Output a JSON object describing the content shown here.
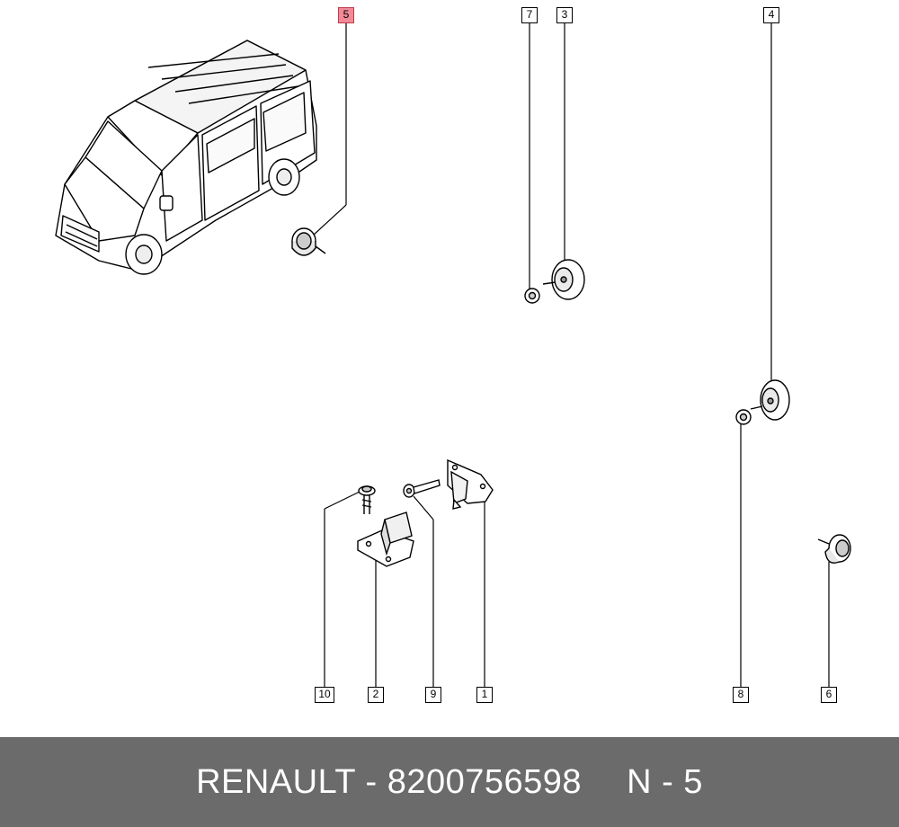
{
  "diagram": {
    "callouts": [
      "5",
      "7",
      "3",
      "4",
      "10",
      "2",
      "9",
      "1",
      "8",
      "6"
    ],
    "highlighted_callout": "5",
    "highlight_color": "#f08a96"
  },
  "footer": {
    "brand": "RENAULT",
    "separator": " - ",
    "part_number": "8200756598",
    "position_label": "N - 5",
    "background_color": "#6b6b6b"
  }
}
